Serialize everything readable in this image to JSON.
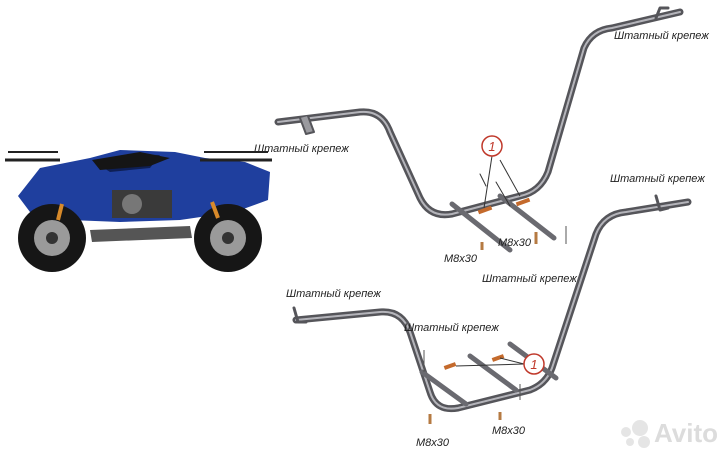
{
  "labels": {
    "stock_mount": "Штатный крепеж",
    "bolt": "M8x30",
    "callout_number": "1"
  },
  "watermark": {
    "text": "Avito"
  },
  "photo": {
    "subject": "atv-quad-bike",
    "body_color": "#1f3f9e"
  },
  "colors": {
    "tube": "#6e6e72",
    "tube_light": "#a5a5aa",
    "callout": "#c0392b",
    "bolt": "#c46a2c"
  }
}
